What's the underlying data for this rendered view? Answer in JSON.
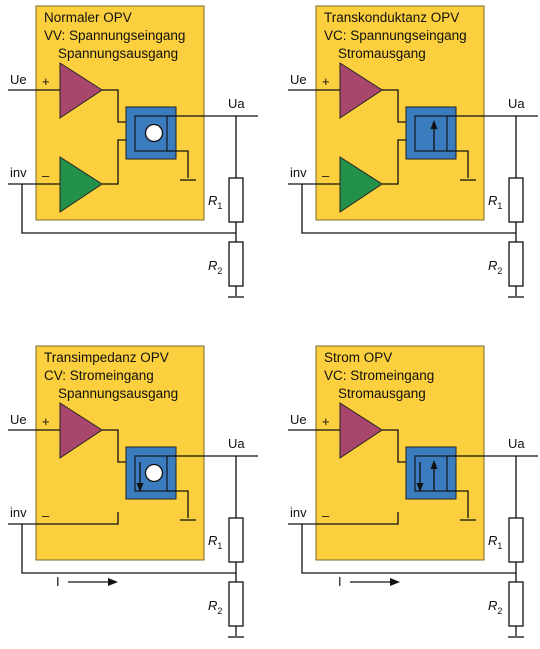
{
  "panels": [
    {
      "title": [
        "Normaler OPV",
        "VV: Spannungseingang",
        "Spannungsausgang"
      ],
      "type": "vv",
      "labels": {
        "ue": "Ue",
        "inv": "inv",
        "ua": "Ua",
        "plus": "+",
        "minus": "–",
        "r1": "R",
        "r1_sub": "1",
        "r2": "R",
        "r2_sub": "2"
      }
    },
    {
      "title": [
        "Transkonduktanz OPV",
        "VC: Spannungseingang",
        "Stromausgang"
      ],
      "type": "vc",
      "labels": {
        "ue": "Ue",
        "inv": "inv",
        "ua": "Ua",
        "plus": "+",
        "minus": "–",
        "r1": "R",
        "r1_sub": "1",
        "r2": "R",
        "r2_sub": "2"
      }
    },
    {
      "title": [
        "Transimpedanz OPV",
        "CV: Stromeingang",
        "Spannungsausgang"
      ],
      "type": "cv",
      "labels": {
        "ue": "Ue",
        "inv": "inv",
        "ua": "Ua",
        "plus": "+",
        "minus": "–",
        "r1": "R",
        "r1_sub": "1",
        "r2": "R",
        "r2_sub": "2",
        "current": "I"
      }
    },
    {
      "title": [
        "Strom OPV",
        "VC: Stromeingang",
        "Stromausgang"
      ],
      "type": "cc",
      "labels": {
        "ue": "Ue",
        "inv": "inv",
        "ua": "Ua",
        "plus": "+",
        "minus": "–",
        "r1": "R",
        "r1_sub": "1",
        "r2": "R",
        "r2_sub": "2",
        "current": "I"
      }
    }
  ],
  "colors": {
    "box": "#fbcf3d",
    "voltage_amp": "#a8466e",
    "current_amp": "#24914a",
    "output_stage": "#3b7cbf"
  }
}
